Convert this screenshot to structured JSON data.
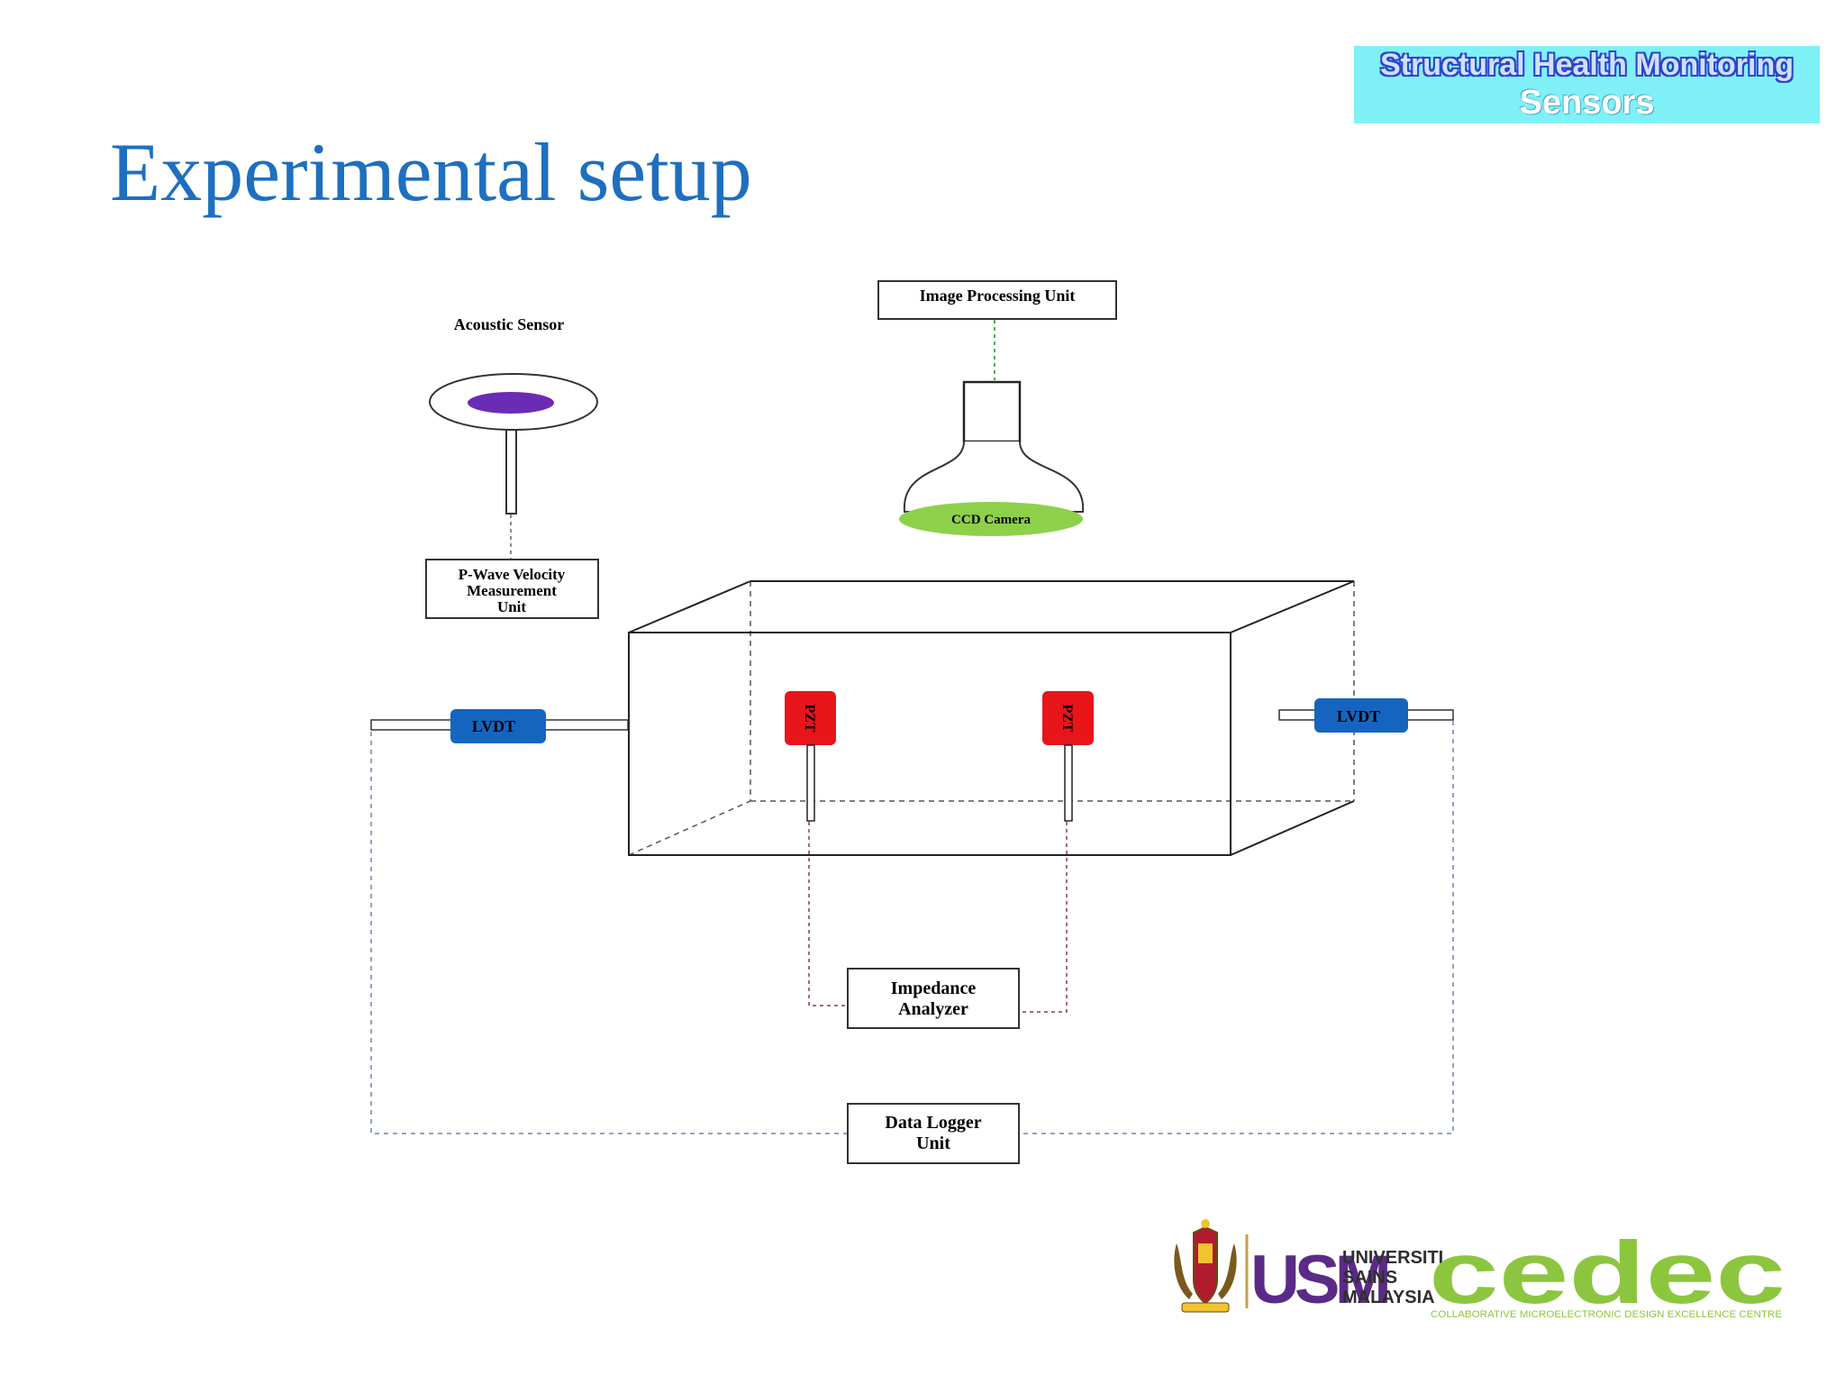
{
  "banner": {
    "line1": "Structural Health Monitoring",
    "line2": "Sensors"
  },
  "slide_title": "Experimental setup",
  "diagram": {
    "acoustic_sensor_label": "Acoustic Sensor",
    "image_processing_unit": "Image Processing Unit",
    "ccd_camera_label": "CCD Camera",
    "pwave_unit": [
      "P-Wave Velocity",
      "Measurement",
      "Unit"
    ],
    "lvdt_left": "LVDT",
    "lvdt_right": "LVDT",
    "pzt_left": "PZT",
    "pzt_right": "PZT",
    "impedance_analyzer": [
      "Impedance",
      "Analyzer"
    ],
    "data_logger": [
      "Data Logger",
      "Unit"
    ]
  },
  "logos": {
    "usm_mark": "USM",
    "usm_name": [
      "UNIVERSITI",
      "SAINS",
      "MALAYSIA"
    ],
    "cedec_mark": "cedec",
    "cedec_tagline": "COLLABORATIVE MICROELECTRONIC DESIGN EXCELLENCE CENTRE"
  },
  "colors": {
    "title": "#1e6fbf",
    "banner_bg": "#7ff0f5",
    "lvdt": "#1565c0",
    "pzt": "#e8151b",
    "acoustic_disc": "#6a2bb5",
    "ccd_lens": "#8ed04a",
    "cedec": "#8cc63f",
    "usm": "#5b2a86"
  }
}
